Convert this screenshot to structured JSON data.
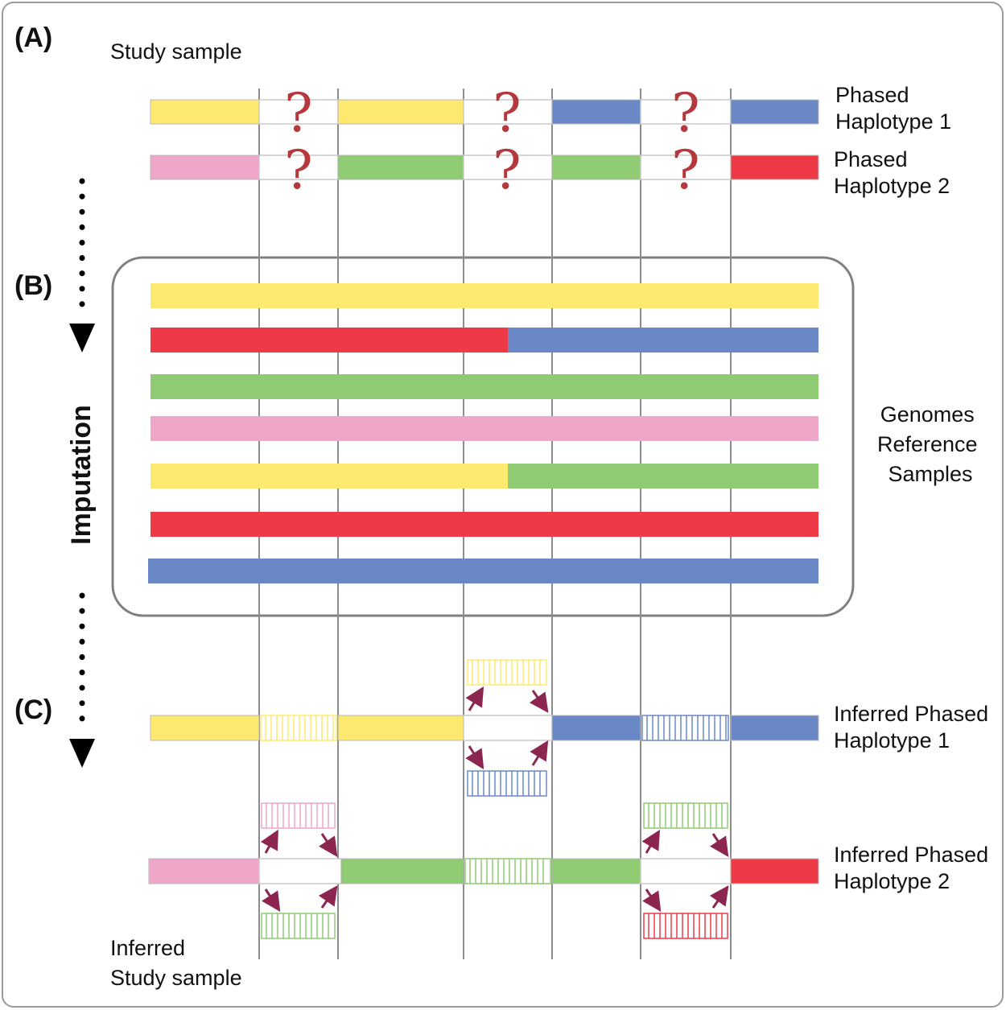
{
  "panels": {
    "a": "(A)",
    "b": "(B)",
    "c": "(C)"
  },
  "labels": {
    "study_sample": "Study sample",
    "phased_hap1": [
      "Phased",
      "Haplotype 1"
    ],
    "phased_hap2": [
      "Phased",
      "Haplotype 2"
    ],
    "reference": [
      "Genomes",
      "Reference",
      "Samples"
    ],
    "imputation": "Imputation",
    "inferred_hap1": [
      "Inferred Phased",
      "Haplotype 1"
    ],
    "inferred_hap2": [
      "Inferred Phased",
      "Haplotype 2"
    ],
    "inferred_study": [
      "Inferred",
      "Study sample"
    ],
    "unknown_mark": "?"
  },
  "colors": {
    "yellow": "#fde870",
    "blue": "#6b88c6",
    "pink": "#efa7c9",
    "green": "#8fcb72",
    "red": "#ee3a46",
    "gray_line": "#8c8c8c",
    "arrow": "#8c2651"
  }
}
